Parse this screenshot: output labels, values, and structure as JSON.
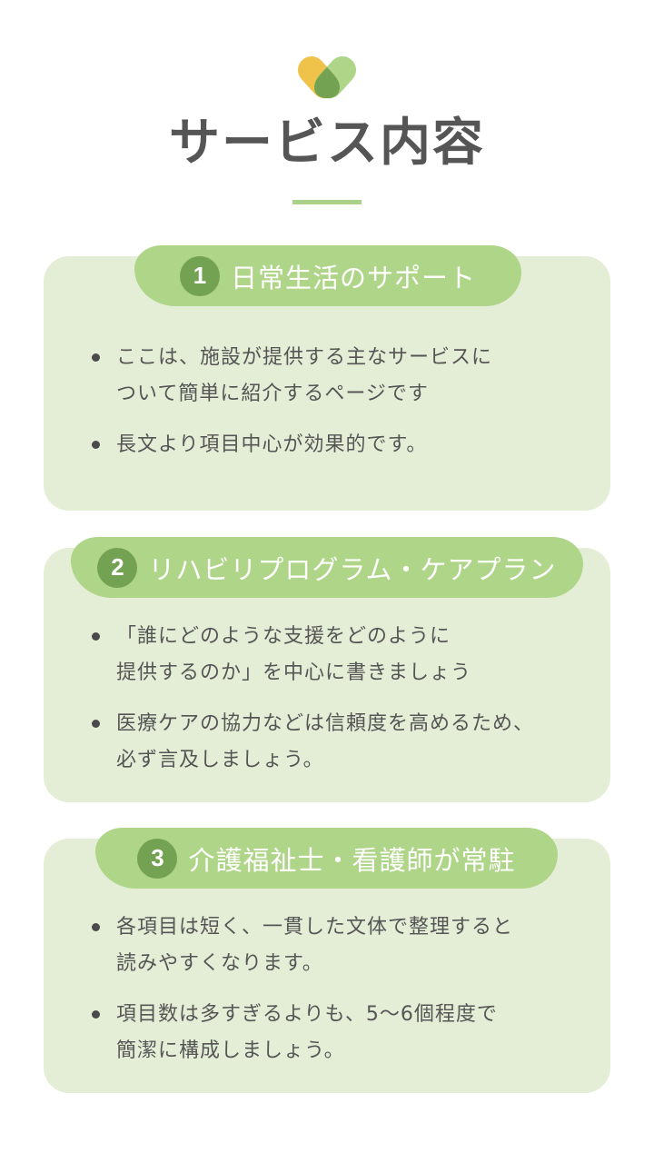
{
  "header": {
    "logo_icon": "heart-leaf-logo",
    "title": "サービス内容"
  },
  "colors": {
    "card_bg": "#e4eed6",
    "pill_bg": "#afd588",
    "number_badge": "#74a253",
    "divider": "#aad08a",
    "title_text": "#555555",
    "logo_yellow": "#efc24a",
    "logo_light_green": "#afd588",
    "logo_dark_green": "#74a253"
  },
  "sections": [
    {
      "number": "1",
      "title": "日常生活のサポート",
      "items": [
        {
          "lines": [
            "ここは、施設が提供する主なサービスに",
            "ついて簡単に紹介するページです"
          ]
        },
        {
          "lines": [
            "長文より項目中心が効果的です。"
          ]
        }
      ]
    },
    {
      "number": "2",
      "title": "リハビリプログラム・ケアプラン",
      "items": [
        {
          "lines": [
            "「誰にどのような支援をどのように",
            "提供するのか」を中心に書きましょう"
          ]
        },
        {
          "lines": [
            "医療ケアの協力などは信頼度を高めるため、",
            "必ず言及しましょう。"
          ]
        }
      ]
    },
    {
      "number": "3",
      "title": "介護福祉士・看護師が常駐",
      "items": [
        {
          "lines": [
            "各項目は短く、一貫した文体で整理すると",
            "読みやすくなります。"
          ]
        },
        {
          "lines": [
            "項目数は多すぎるよりも、5〜6個程度で",
            "簡潔に構成しましょう。"
          ]
        }
      ]
    }
  ]
}
